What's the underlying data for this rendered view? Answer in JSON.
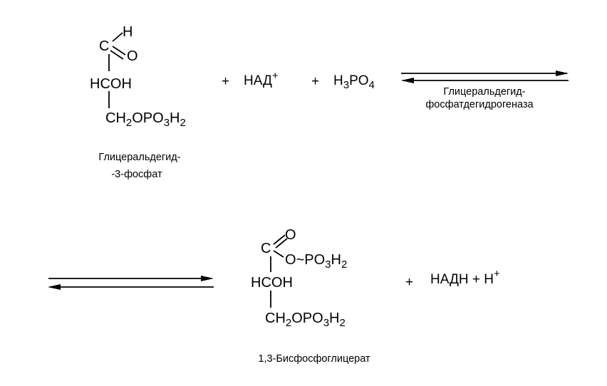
{
  "reaction": {
    "reactant": {
      "aldehyde_h": "H",
      "aldehyde_c": "C",
      "aldehyde_o": "O",
      "middle_row": "HCOH",
      "phosphate_ch2": "CH",
      "phosphate_ch2_sub": "2",
      "phosphate_o": "OPO",
      "phosphate_o_sub": "3",
      "phosphate_h": "H",
      "phosphate_h_sub": "2",
      "name_line1": "Глицеральдегид-",
      "name_line2": "-3-фосфат"
    },
    "plus1": "+",
    "nad": "НАД",
    "nad_sup": "+",
    "plus2": "+",
    "acid_h": "H",
    "acid_h_sub": "3",
    "acid_po": "PO",
    "acid_po_sub": "4",
    "enzyme_line1": "Глицеральдегид-",
    "enzyme_line2": "фосфатдегидрогеназа",
    "product": {
      "carbonyl_c": "C",
      "carbonyl_o": "O",
      "anhydride_o": "O",
      "tilde": "~",
      "anh_po": "PO",
      "anh_po_sub": "3",
      "anh_h": "H",
      "anh_h_sub": "2",
      "middle_row": "HCOH",
      "phosphate_ch2": "CH",
      "phosphate_ch2_sub": "2",
      "phosphate_o": "OPO",
      "phosphate_o_sub": "3",
      "phosphate_h": "H",
      "phosphate_h_sub": "2",
      "name": "1,3-Бисфосфоглицерат"
    },
    "plus3": "+",
    "nadh": "НАДН + Н",
    "nadh_sup": "+"
  }
}
